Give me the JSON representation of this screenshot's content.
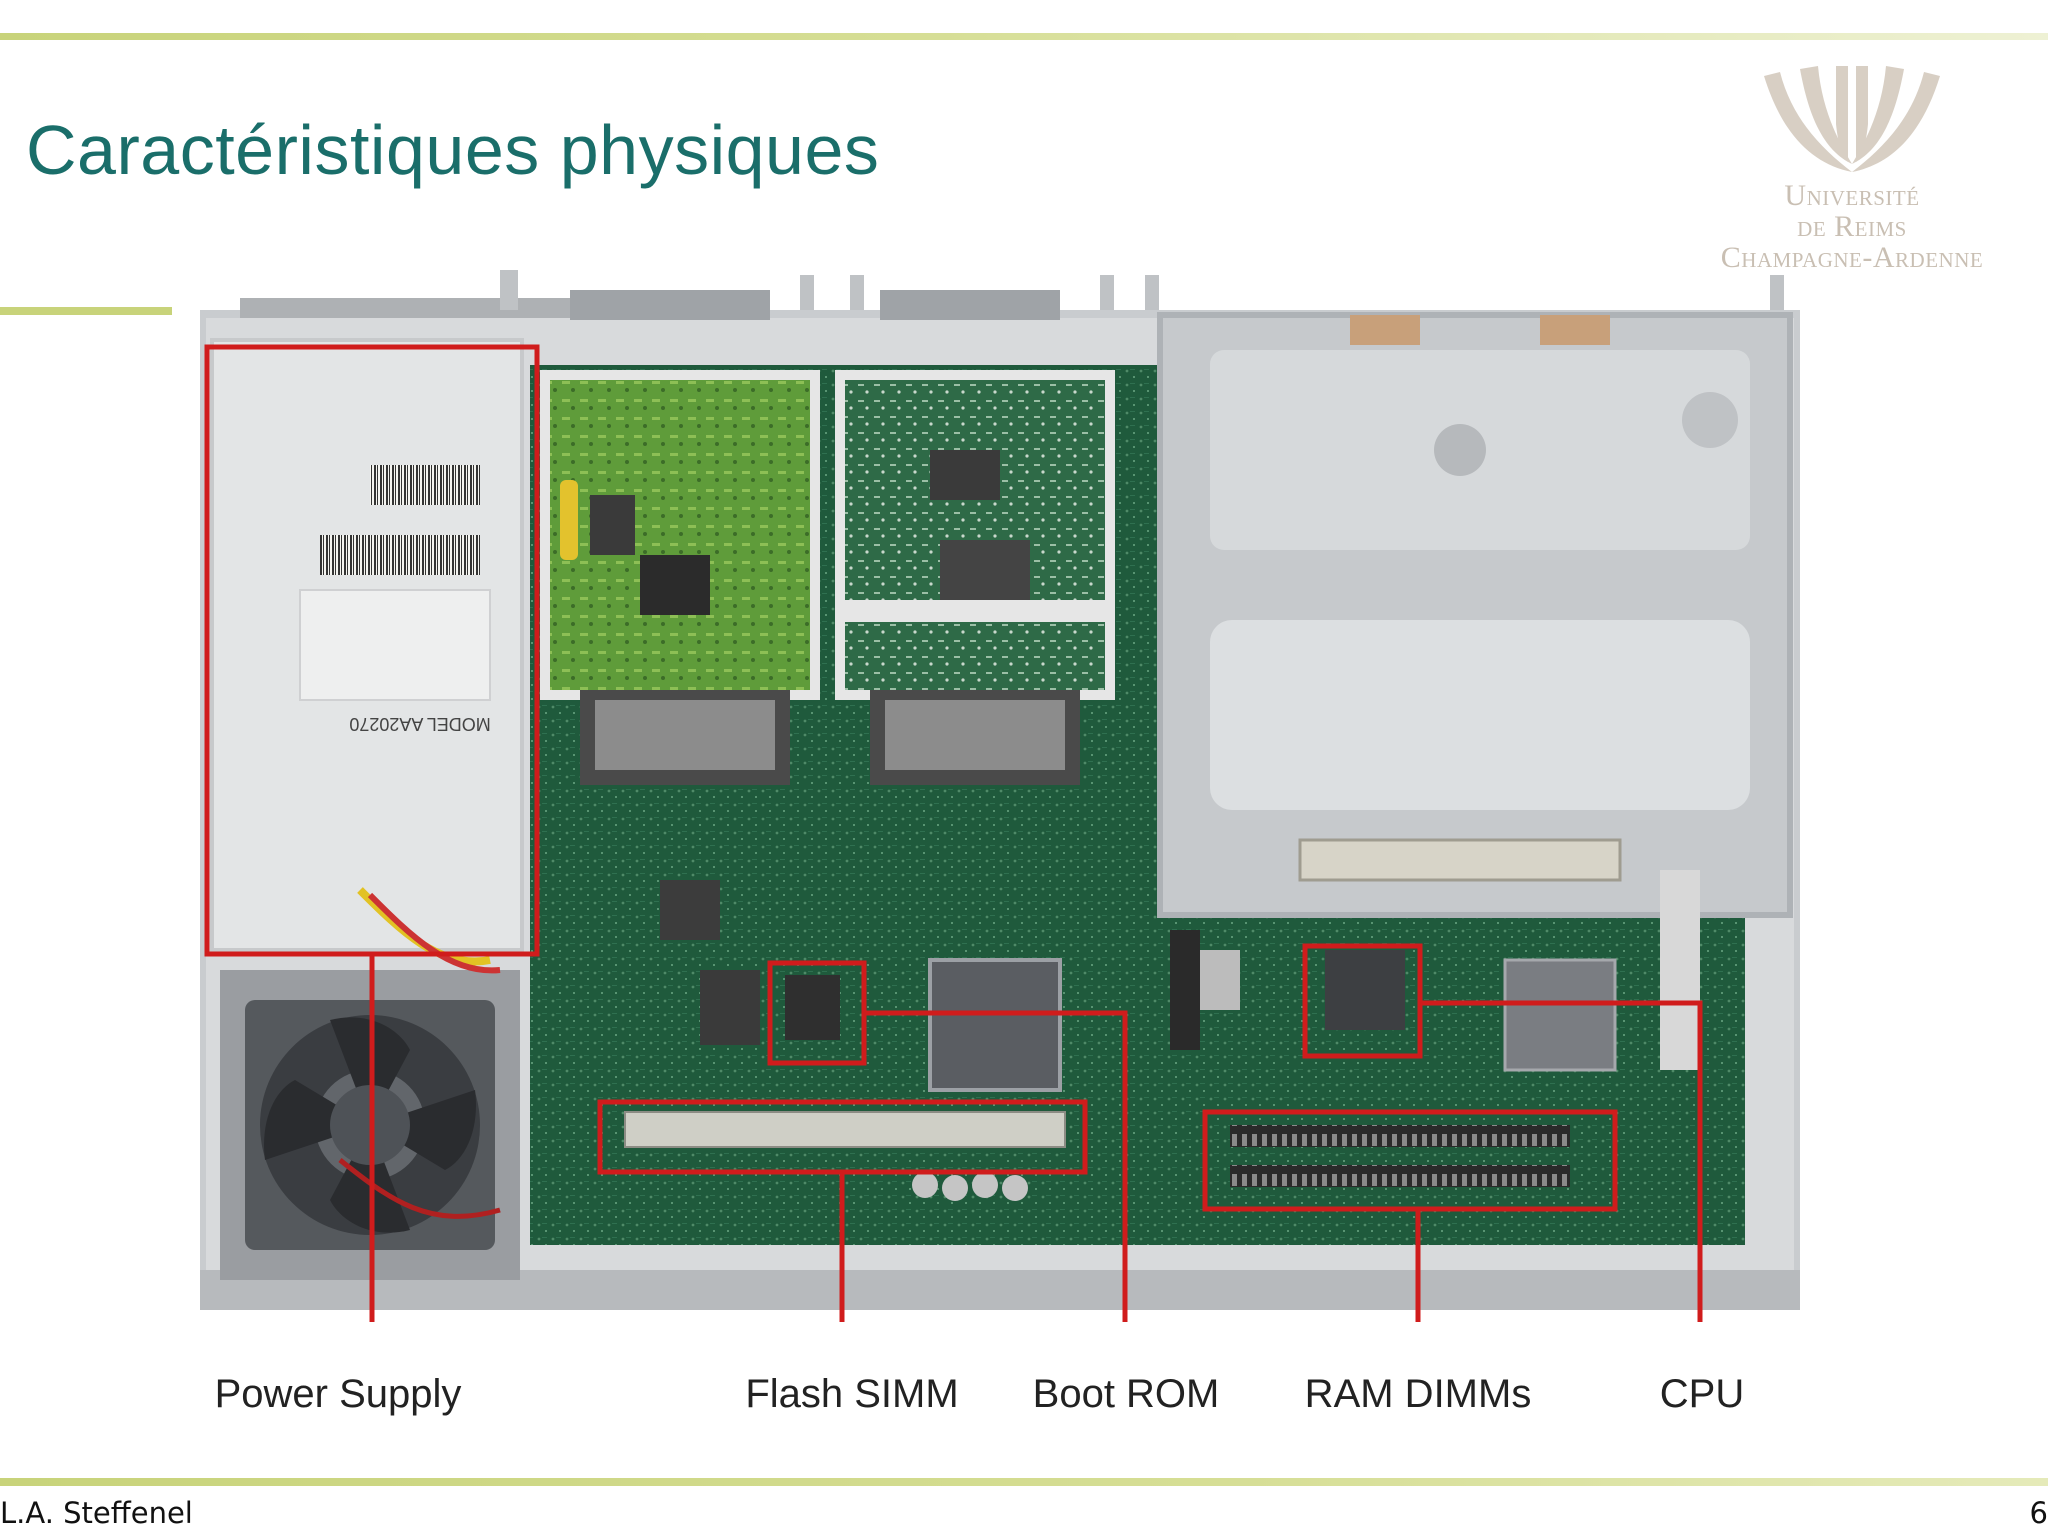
{
  "slide": {
    "title": "Caractéristiques physiques",
    "author": "L.A. Steffenel",
    "page_number": "6"
  },
  "logo": {
    "line1": "Université",
    "line2": "de Reims",
    "line3": "Champagne-Ardenne"
  },
  "photo": {
    "printed_labels": {
      "power_supply_model": "MODEL AA20270"
    }
  },
  "callouts": [
    {
      "label": "Power Supply"
    },
    {
      "label": "Flash SIMM"
    },
    {
      "label": "Boot ROM"
    },
    {
      "label": "RAM DIMMs"
    },
    {
      "label": "CPU"
    }
  ],
  "colors": {
    "title": "#1a6e6a",
    "accent_rule": "#c8d37a",
    "callout_box": "#d01c1c",
    "pcb": "#1f5a3c"
  }
}
